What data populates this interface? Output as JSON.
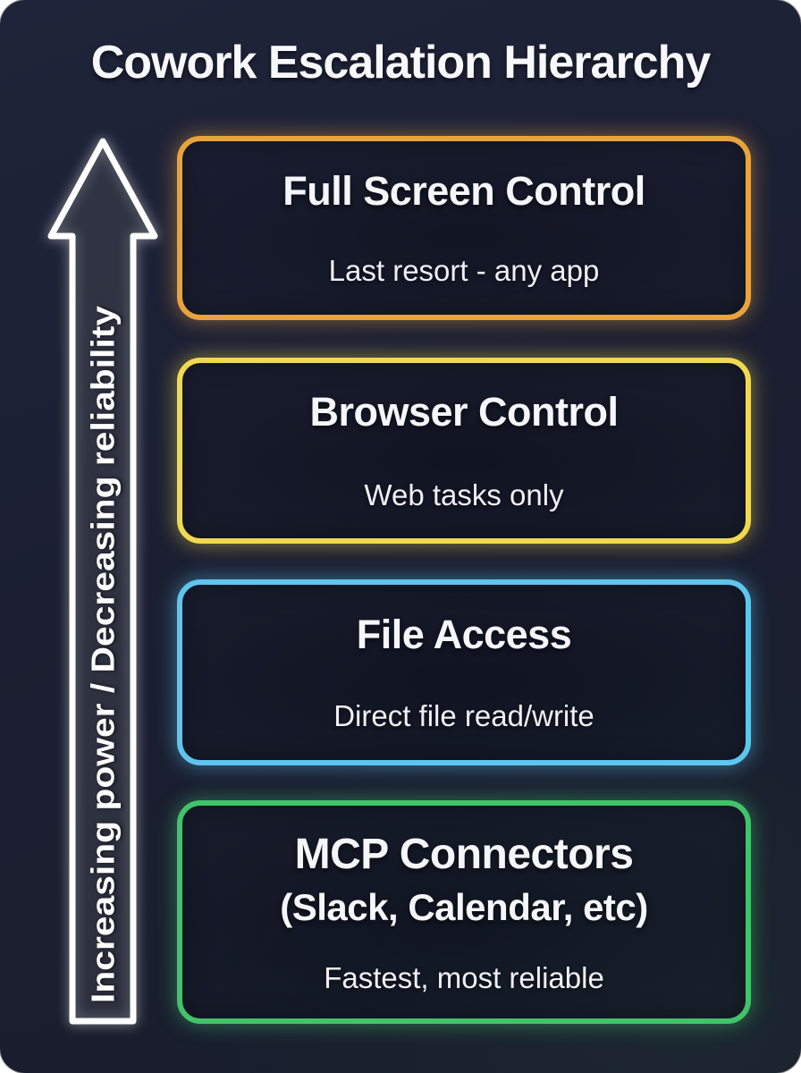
{
  "title": "Cowork Escalation Hierarchy",
  "axis_arrow": {
    "label": "Increasing power / Decreasing reliability",
    "direction": "up",
    "color": "#FFFFFF"
  },
  "levels": [
    {
      "name": "Full Screen Control",
      "note": "Last resort - any app",
      "accent": "#E8A33D"
    },
    {
      "name": "Browser Control",
      "note": "Web tasks only",
      "accent": "#F0D94F"
    },
    {
      "name": "File Access",
      "note": "Direct file read/write",
      "accent": "#5EC5EE"
    },
    {
      "name": "MCP Connectors",
      "sub": "(Slack, Calendar, etc)",
      "note": "Fastest, most reliable",
      "accent": "#41C36A"
    }
  ],
  "theme": {
    "card_background": "#1B1F31",
    "page_background": "#FFFFFF",
    "text_color": "#FFFFFF"
  }
}
